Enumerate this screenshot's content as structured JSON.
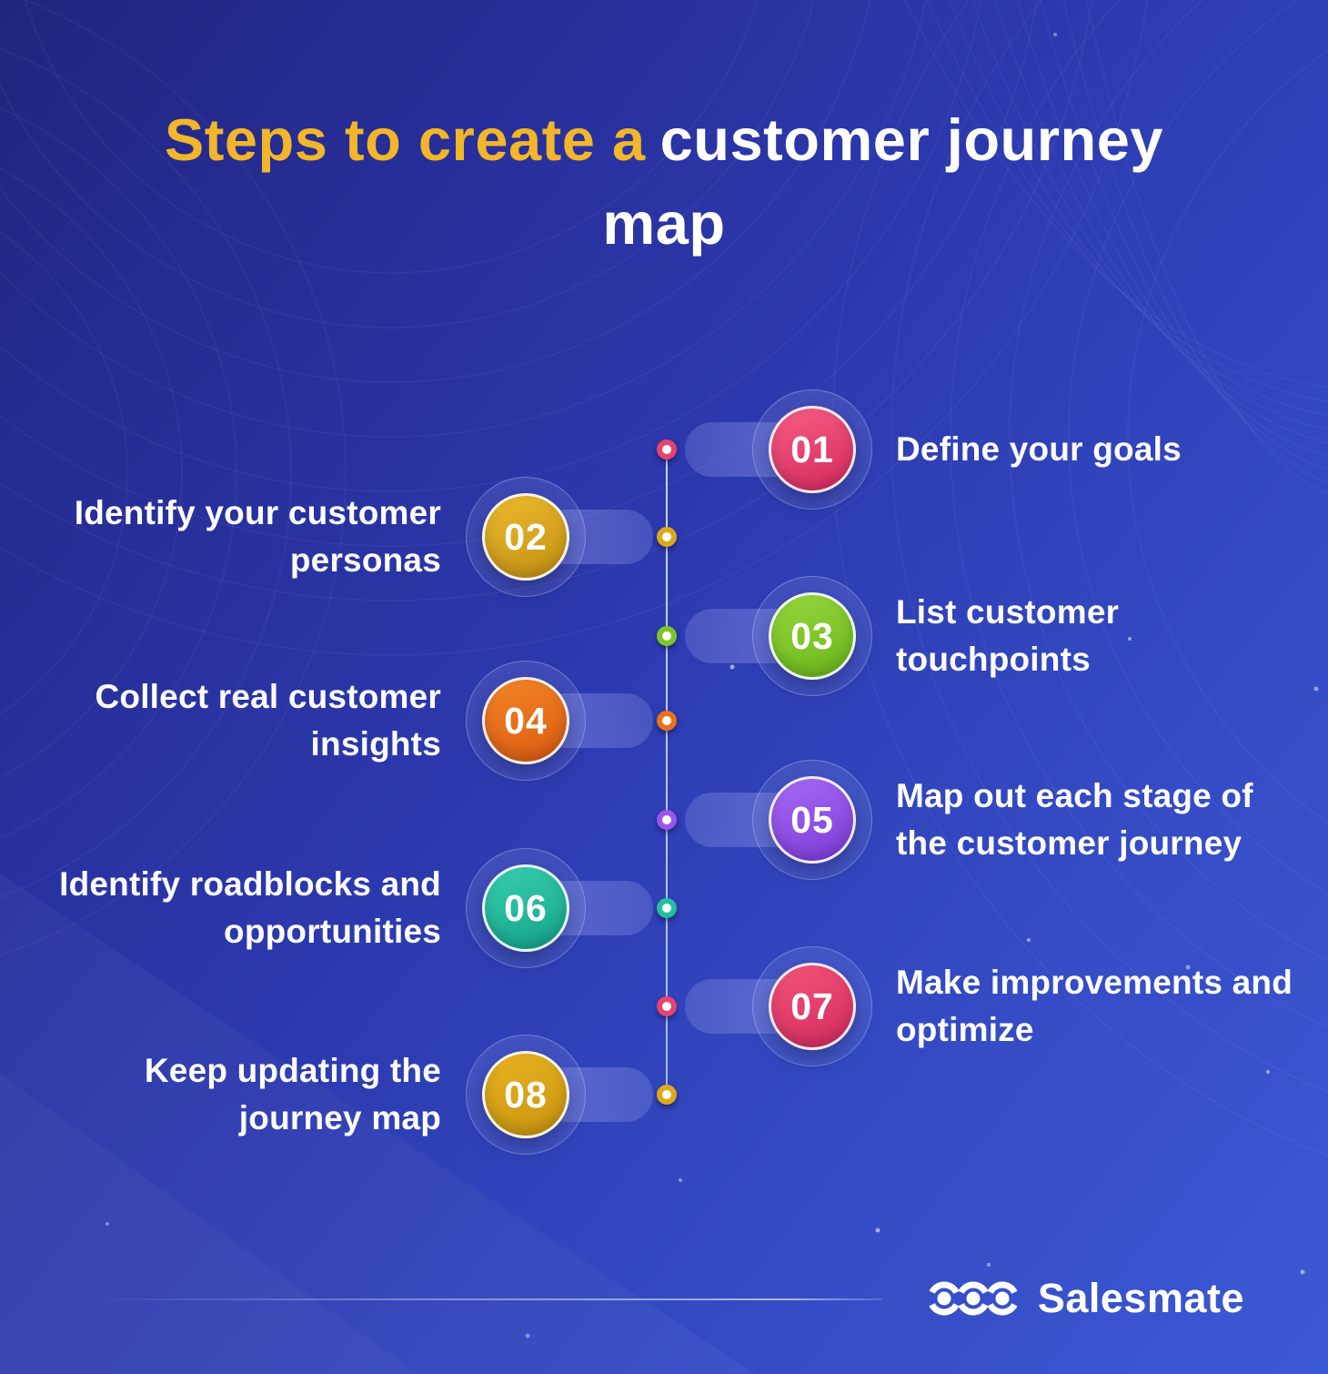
{
  "title": {
    "highlight": "Steps to create a",
    "rest": "customer journey",
    "line2": "map"
  },
  "steps": [
    {
      "num": "01",
      "side": "right",
      "lines": [
        "Define your goals"
      ],
      "color": "#E8426E",
      "color_light": "#F4597F",
      "color_dark": "#D92E62"
    },
    {
      "num": "02",
      "side": "left",
      "lines": [
        "Identify your customer",
        "personas"
      ],
      "color": "#DCA91C",
      "color_light": "#E9B62B",
      "color_dark": "#C79414"
    },
    {
      "num": "03",
      "side": "right",
      "lines": [
        "List customer",
        "touchpoints"
      ],
      "color": "#7CC727",
      "color_light": "#93D43B",
      "color_dark": "#6DB91C"
    },
    {
      "num": "04",
      "side": "left",
      "lines": [
        "Collect real customer",
        "insights"
      ],
      "color": "#E8721C",
      "color_light": "#F28226",
      "color_dark": "#DC5E12"
    },
    {
      "num": "05",
      "side": "right",
      "lines": [
        "Map out each stage of",
        "the customer journey"
      ],
      "color": "#9A55EE",
      "color_light": "#A466F5",
      "color_dark": "#7F3FD8"
    },
    {
      "num": "06",
      "side": "left",
      "lines": [
        "Identify roadblocks and",
        "opportunities"
      ],
      "color": "#25BFA0",
      "color_light": "#36CBAD",
      "color_dark": "#16A78B"
    },
    {
      "num": "07",
      "side": "right",
      "lines": [
        "Make improvements and",
        "optimize"
      ],
      "color": "#E8426E",
      "color_light": "#F25078",
      "color_dark": "#D52F5F"
    },
    {
      "num": "08",
      "side": "left",
      "lines": [
        "Keep updating the",
        "journey map"
      ],
      "color": "#DCA91C",
      "color_light": "#E6B020",
      "color_dark": "#CB9710"
    }
  ],
  "footer": {
    "brand": "Salesmate"
  },
  "colors": {
    "background_top_left": "#21257D",
    "background_bottom_right": "#3C59D4",
    "title_highlight": "#F2B62A",
    "text": "#FFFFFF",
    "stem": "#8690E4"
  }
}
